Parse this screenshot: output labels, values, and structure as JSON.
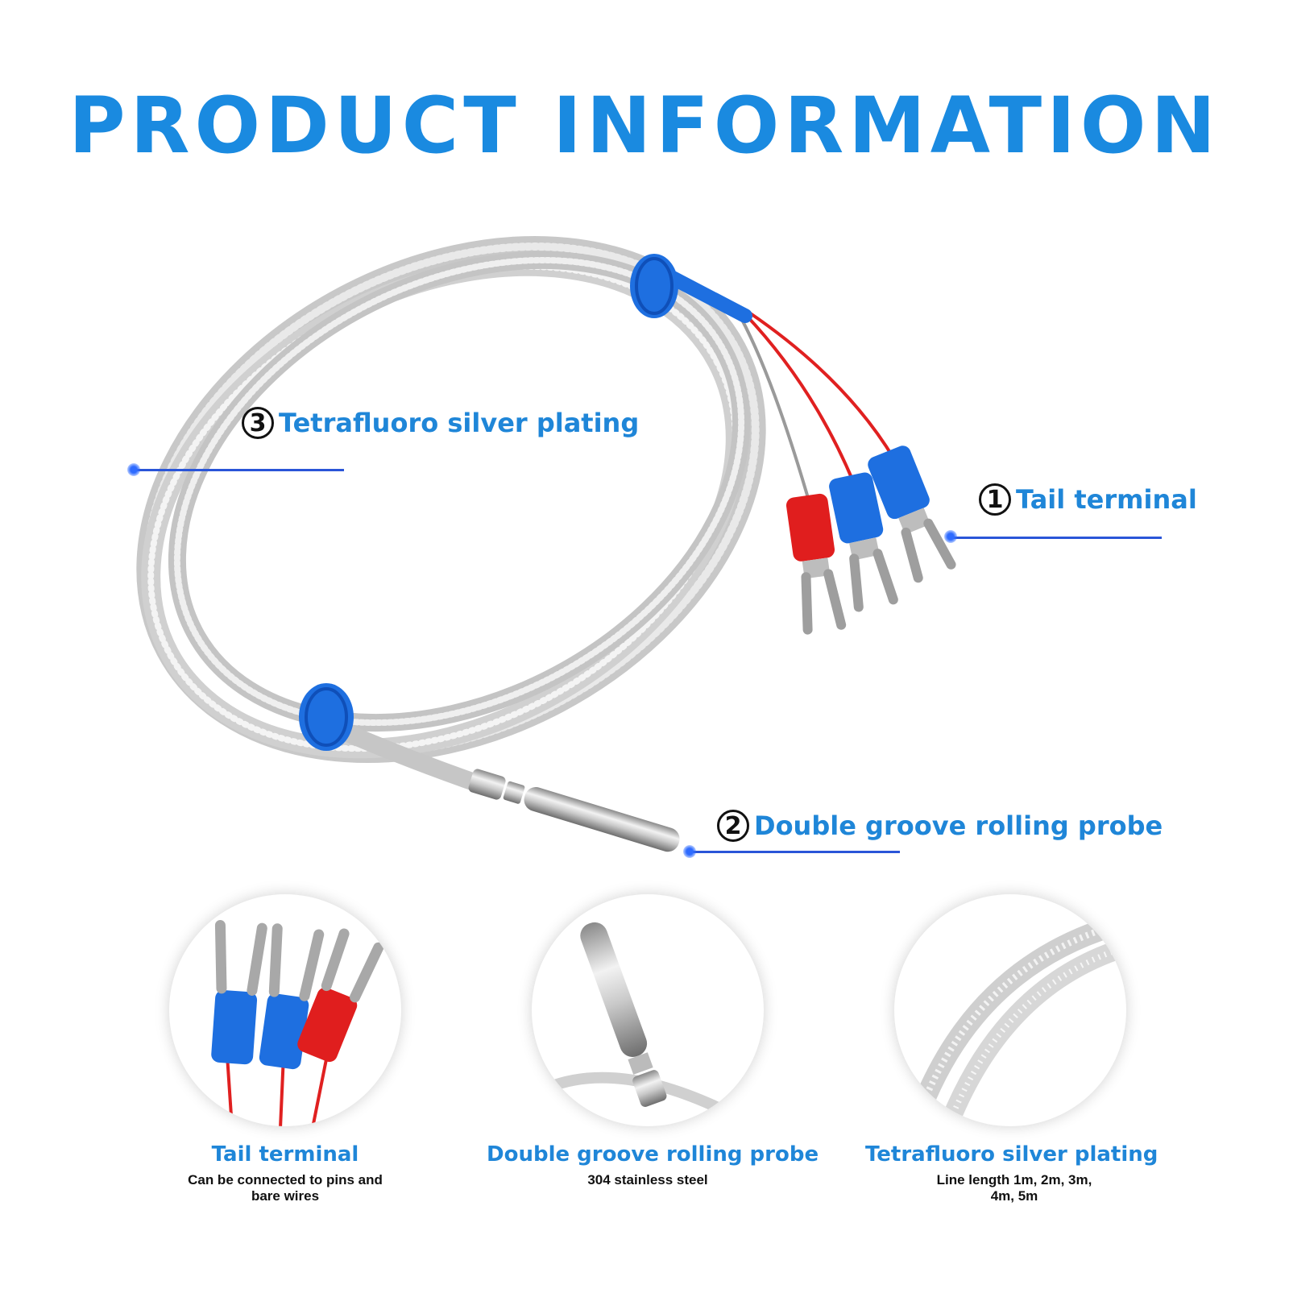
{
  "header": {
    "title": "PRODUCT INFORMATION"
  },
  "callouts": [
    {
      "number": "1",
      "label": "Tail terminal"
    },
    {
      "number": "2",
      "label": "Double groove rolling probe"
    },
    {
      "number": "3",
      "label": "Tetrafluoro silver plating"
    }
  ],
  "details": [
    {
      "title": "Tail terminal",
      "desc": "Can be connected to pins and bare wires"
    },
    {
      "title": "Double groove rolling probe",
      "desc": "304 stainless steel"
    },
    {
      "title": "Tetrafluoro silver plating",
      "desc": "Line length 1m, 2m, 3m, 4m, 5m"
    }
  ],
  "colors": {
    "accent": "#1f86d8",
    "leader": "#2a55d8",
    "sleeve_blue": "#1e6fe0",
    "terminal_red": "#e01e1e"
  }
}
